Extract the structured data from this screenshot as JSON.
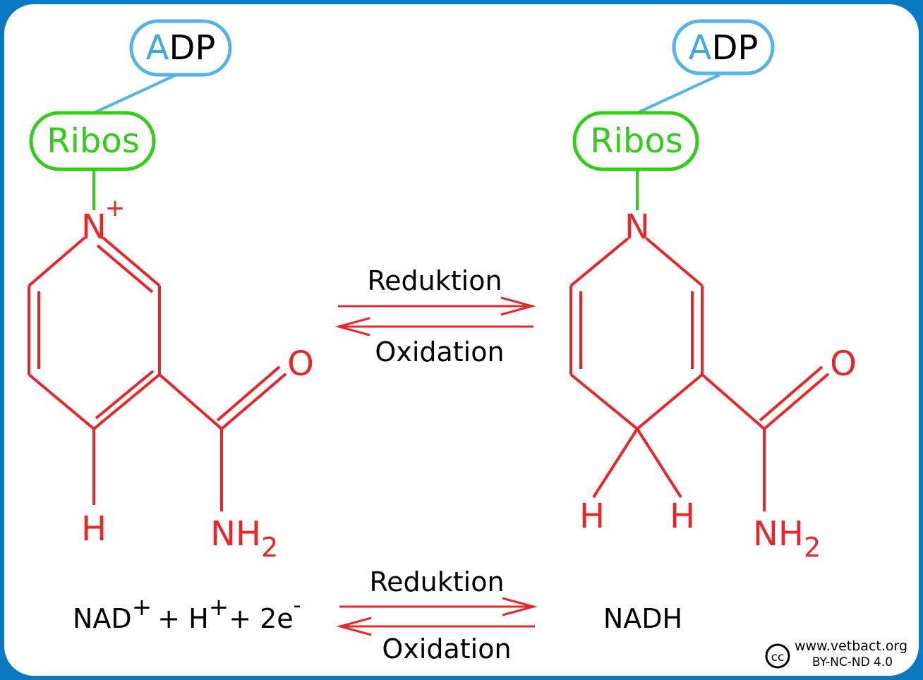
{
  "colors": {
    "frame": "#0a7ac0",
    "panel": "#ffffff",
    "adp_outline": "#56b3e9",
    "adp_letter_a": "#3fa9e6",
    "ribose": "#33cc1a",
    "molecule": "#e8262a",
    "text": "#000000"
  },
  "left_molecule": {
    "adp": {
      "a": "A",
      "rest": "DP"
    },
    "ribose": "Ribos",
    "nitrogen": "N",
    "charge": "+",
    "oxygen": "O",
    "hydrogen": "H",
    "amine": "NH",
    "amine_sub": "2"
  },
  "right_molecule": {
    "adp": {
      "a": "A",
      "rest": "DP"
    },
    "ribose": "Ribos",
    "nitrogen": "N",
    "oxygen": "O",
    "hydrogen_1": "H",
    "hydrogen_2": "H",
    "amine": "NH",
    "amine_sub": "2"
  },
  "middle_arrows": {
    "reduction": "Reduktion",
    "oxidation": "Oxidation"
  },
  "equation": {
    "nad": "NAD",
    "nad_charge": "+",
    "plus_1": "+ H",
    "h_charge": "+",
    "plus_2": "+ 2e",
    "e_charge": "-",
    "product": "NADH",
    "reduction": "Reduktion",
    "oxidation": "Oxidation"
  },
  "license": {
    "cc": "cc",
    "site": "www.vetbact.org",
    "terms": "BY-NC-ND 4.0"
  }
}
